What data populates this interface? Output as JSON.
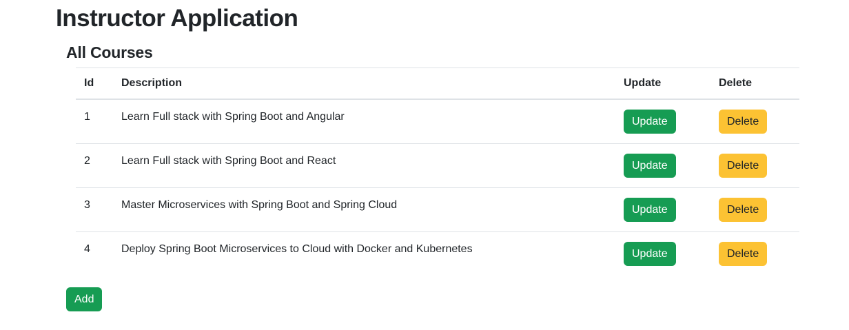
{
  "app": {
    "title": "Instructor Application"
  },
  "section": {
    "heading": "All Courses"
  },
  "table": {
    "columns": {
      "id": "Id",
      "description": "Description",
      "update": "Update",
      "delete": "Delete"
    }
  },
  "courses": [
    {
      "id": "1",
      "description": "Learn Full stack with Spring Boot and Angular"
    },
    {
      "id": "2",
      "description": "Learn Full stack with Spring Boot and React"
    },
    {
      "id": "3",
      "description": "Master Microservices with Spring Boot and Spring Cloud"
    },
    {
      "id": "4",
      "description": "Deploy Spring Boot Microservices to Cloud with Docker and Kubernetes"
    }
  ],
  "buttons": {
    "update": "Update",
    "delete": "Delete",
    "add": "Add"
  },
  "colors": {
    "success_green": "#169c53",
    "warning_yellow": "#fcc233",
    "text": "#212529",
    "table_border": "#dee2e6"
  }
}
